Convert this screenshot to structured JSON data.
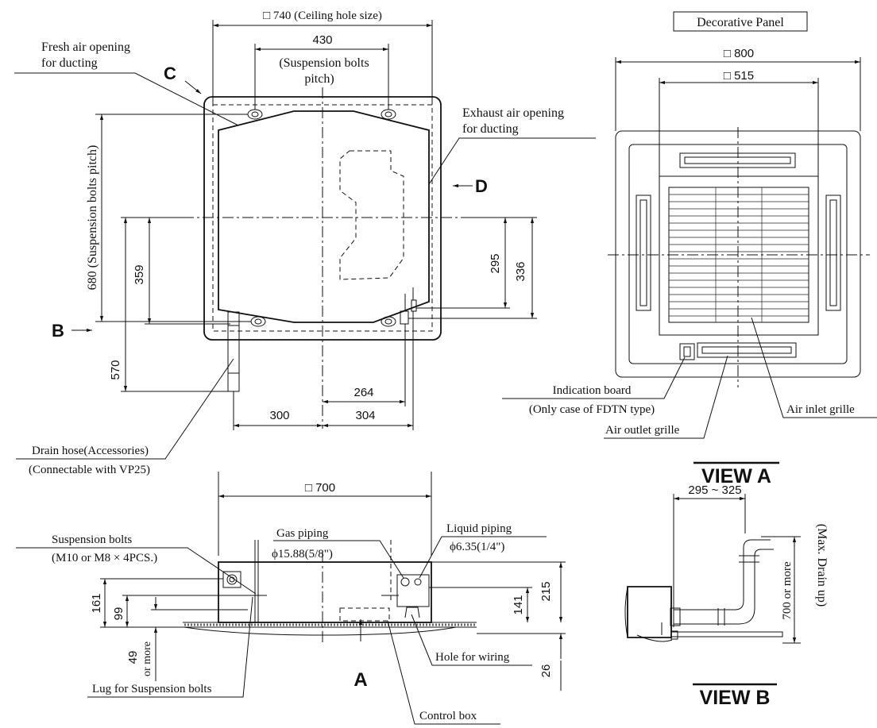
{
  "top_view": {
    "ceiling_hole": "□ 740 (Ceiling hole size)",
    "bolt_pitch_h_value": "430",
    "bolt_pitch_h_text": "(Suspension bolts",
    "bolt_pitch_h_text2": "pitch)",
    "fresh_air_1": "Fresh air opening",
    "fresh_air_2": "for ducting",
    "exhaust_air_1": "Exhaust air opening",
    "exhaust_air_2": "for ducting",
    "marker_c": "C",
    "marker_d": "D",
    "marker_b": "B",
    "bolt_pitch_v": "680 (Suspension bolts pitch)",
    "dim_359": "359",
    "dim_570": "570",
    "dim_295": "295",
    "dim_336": "336",
    "dim_264": "264",
    "dim_300": "300",
    "dim_304": "304",
    "drain_hose_1": "Drain hose(Accessories)",
    "drain_hose_2": "(Connectable with VP25)"
  },
  "view_a": {
    "panel_label": "Decorative Panel",
    "dim_800": "□ 800",
    "dim_515": "□ 515",
    "indication_1": "Indication board",
    "indication_2": "(Only case of FDTN type)",
    "air_inlet": "Air inlet grille",
    "air_outlet": "Air outlet grille",
    "title": "VIEW A"
  },
  "side_view": {
    "dim_700": "□ 700",
    "susp_bolts_1": "Suspension bolts",
    "susp_bolts_2": "(M10 or M8 × 4PCS.)",
    "gas_1": "Gas piping",
    "gas_2": "ϕ15.88(5/8\")",
    "liquid_1": "Liquid piping",
    "liquid_2": "ϕ6.35(1/4\")",
    "dim_161": "161",
    "dim_99": "99",
    "dim_49": "49",
    "dim_49_sub": "or more",
    "dim_141": "141",
    "dim_215": "215",
    "dim_26": "26",
    "marker_a": "A",
    "hole_wiring": "Hole for wiring",
    "lug": "Lug for Suspension bolts",
    "control_box": "Control box"
  },
  "view_b": {
    "dim_range": "295 ~ 325",
    "dim_700": "700 or more",
    "drain_up": "(Max. Drain up)",
    "title": "VIEW B"
  }
}
